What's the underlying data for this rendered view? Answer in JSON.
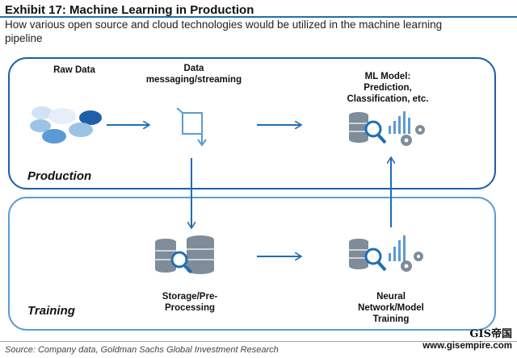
{
  "header": {
    "title": "Exhibit 17: Machine Learning in Production",
    "subtitle": "How various open source and cloud technologies would be utilized in the machine learning pipeline"
  },
  "production": {
    "label": "Production",
    "nodes": {
      "raw_data": "Raw Data",
      "messaging_line1": "Data",
      "messaging_line2": "messaging/streaming",
      "ml_model_line1": "ML Model:",
      "ml_model_line2": "Prediction,",
      "ml_model_line3": "Classification, etc."
    }
  },
  "training": {
    "label": "Training",
    "nodes": {
      "storage_line1": "Storage/Pre-",
      "storage_line2": "Processing",
      "neural_line1": "Neural",
      "neural_line2": "Network/Model",
      "neural_line3": "Training"
    }
  },
  "footer": {
    "source": "Source: Company data, Goldman Sachs Global Investment Research",
    "watermark_brand": "GIS帝国",
    "watermark_url": "www.gisempire.com"
  },
  "colors": {
    "accent": "#1f6eb5",
    "box_border_production": "#1f5fa8",
    "box_border_training": "#5b9bd5",
    "icon_gray": "#7f8c99"
  }
}
